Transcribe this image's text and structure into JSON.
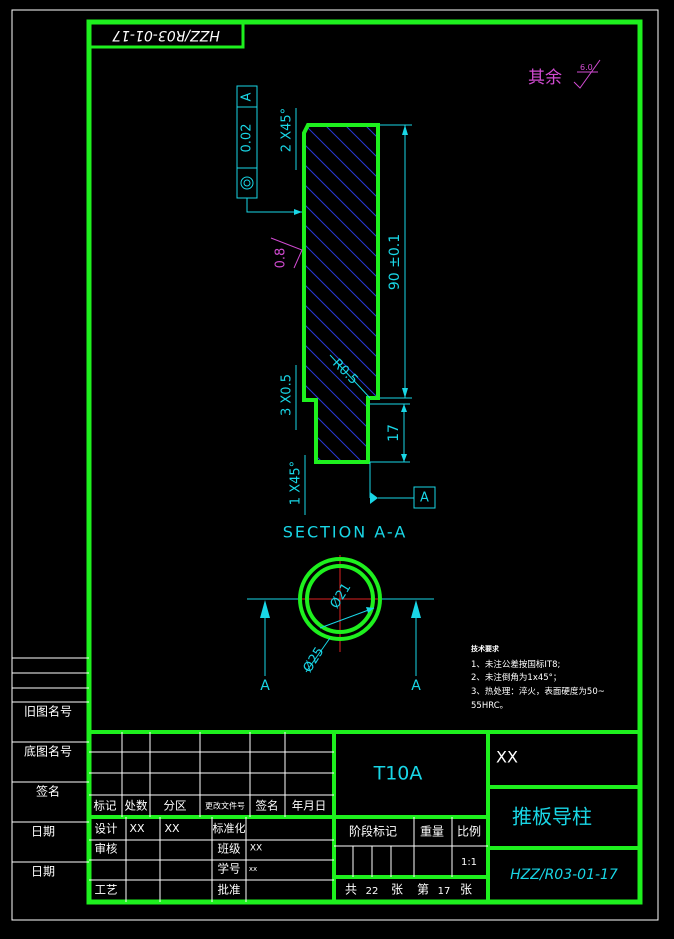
{
  "drawing_number": "HZZ/R03-01-17",
  "surface_note": "其余",
  "surface_value": "6.0",
  "part_drawing": {
    "gdt_tolerance": "0.02",
    "gdt_datum": "A",
    "chamfer_top": "2 X45°",
    "roughness": "0.8",
    "length_dim": "90 ±0.1",
    "radius": "R0.5",
    "groove": "3 X0.5",
    "shoulder": "17",
    "chamfer_bottom": "1 X45°",
    "datum_label": "A"
  },
  "section": {
    "title": "SECTION A-A",
    "dia_inner": "Ø21",
    "dia_outer": "Ø25",
    "cut_left": "A",
    "cut_right": "A"
  },
  "tech_notes": {
    "title": "技术要求",
    "lines": [
      "1、未注公差按国标IT8;",
      "2、未注倒角为1x45°；",
      "3、热处理：淬火，表面硬度为50~",
      "55HRC。"
    ]
  },
  "side_labels": [
    "旧图名号",
    "底图名号",
    "签名",
    "日期",
    "日期"
  ],
  "title_block": {
    "headers": [
      "标记",
      "处数",
      "分区",
      "更改文件号",
      "签名",
      "年月日"
    ],
    "design_label": "设计",
    "design_val1": "XX",
    "design_val2": "XX",
    "standard_label": "标准化",
    "review_label": "审核",
    "class_label": "班级",
    "class_val": "XX",
    "student_label": "学号",
    "student_val": "xx",
    "process_label": "工艺",
    "approve_label": "批准",
    "material": "T10A",
    "company": "XX",
    "part_name": "推板导柱",
    "stage_label": "阶段标记",
    "weight_label": "重量",
    "ratio_label": "比例",
    "ratio_val": "1:1",
    "sheets_total_label": "共",
    "sheets_total": "22",
    "sheets_unit": "张",
    "sheet_no_label": "第",
    "sheet_no": "17",
    "sheet_no_unit": "张",
    "drawing_number": "HZZ/R03-01-17"
  },
  "colors": {
    "border": "#1ef01e",
    "dimension": "#19d6e6",
    "hatch": "#2a3ad6",
    "annotation": "#d24bd2",
    "text": "#ffffff"
  }
}
